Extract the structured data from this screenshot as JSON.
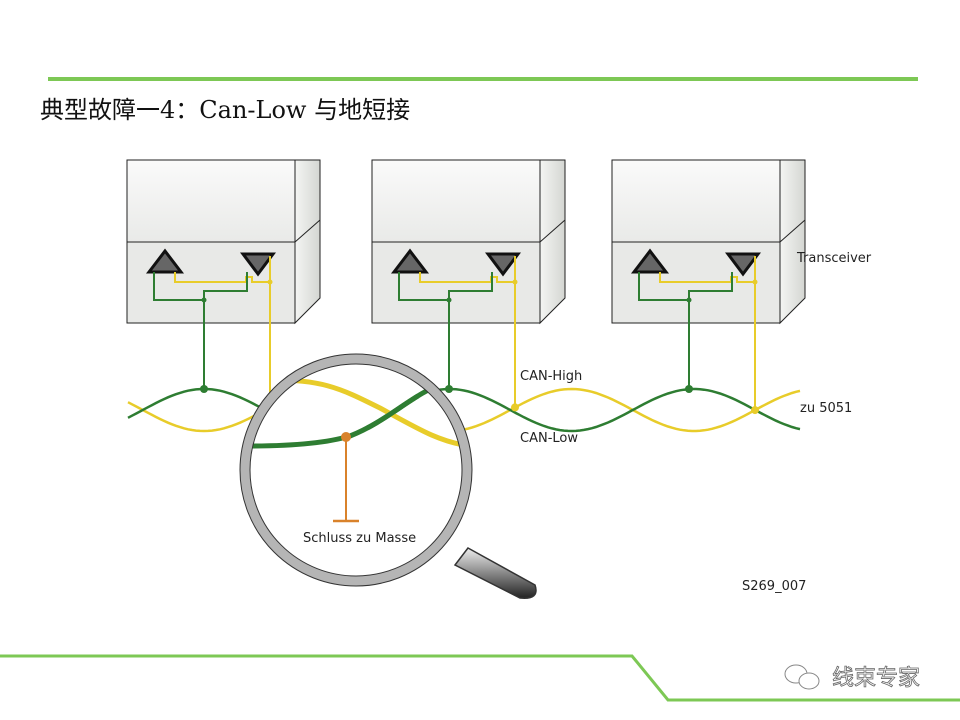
{
  "slide": {
    "title": "典型故障一4：Can-Low 与地短接",
    "accent_color": "#7dc855"
  },
  "diagram": {
    "transceiver_label": "Transceiver",
    "can_high_label": "CAN-High",
    "can_low_label": "CAN-Low",
    "destination_label": "zu 5051",
    "fault_label": "Schluss zu Masse",
    "figure_id": "S269_007",
    "can_high_color": "#e8cc2a",
    "can_low_color": "#2e7d32",
    "fault_color": "#d9822b"
  },
  "watermark": {
    "text": "线束专家"
  }
}
